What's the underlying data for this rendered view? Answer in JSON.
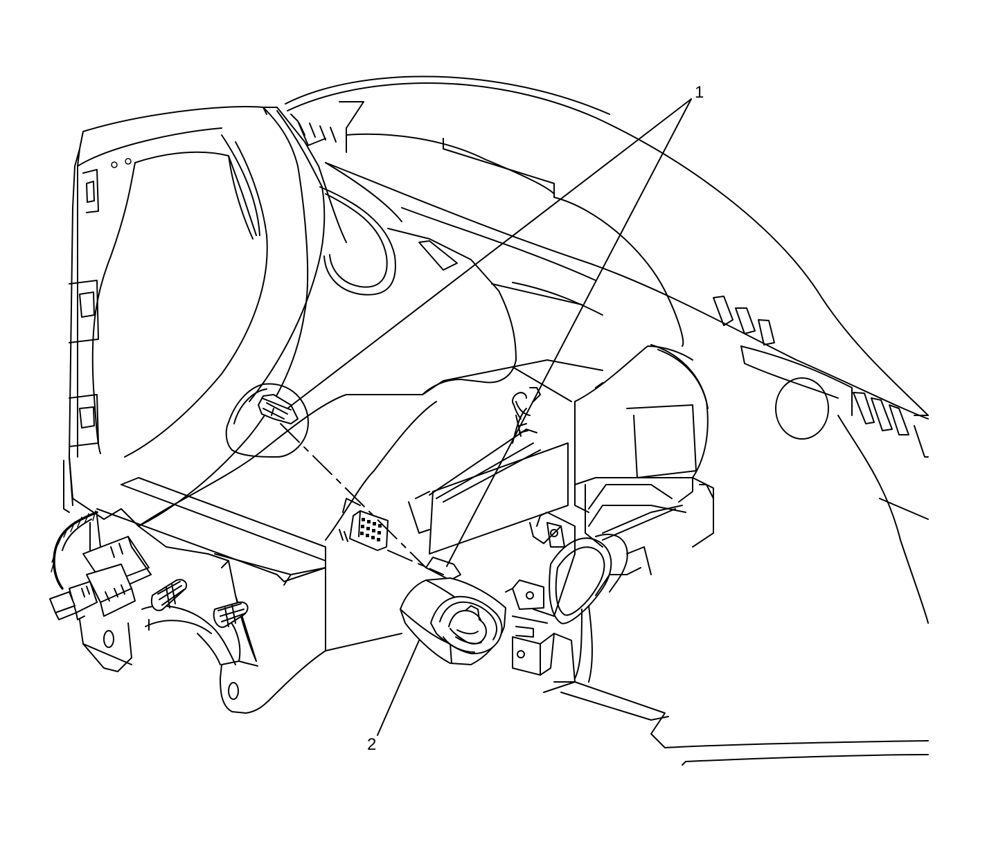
{
  "callouts": [
    {
      "label": "1",
      "part": "retainer-clip"
    },
    {
      "label": "2",
      "part": "data-link-connector"
    }
  ],
  "colors": {
    "line": "#000000",
    "background": "#ffffff"
  }
}
